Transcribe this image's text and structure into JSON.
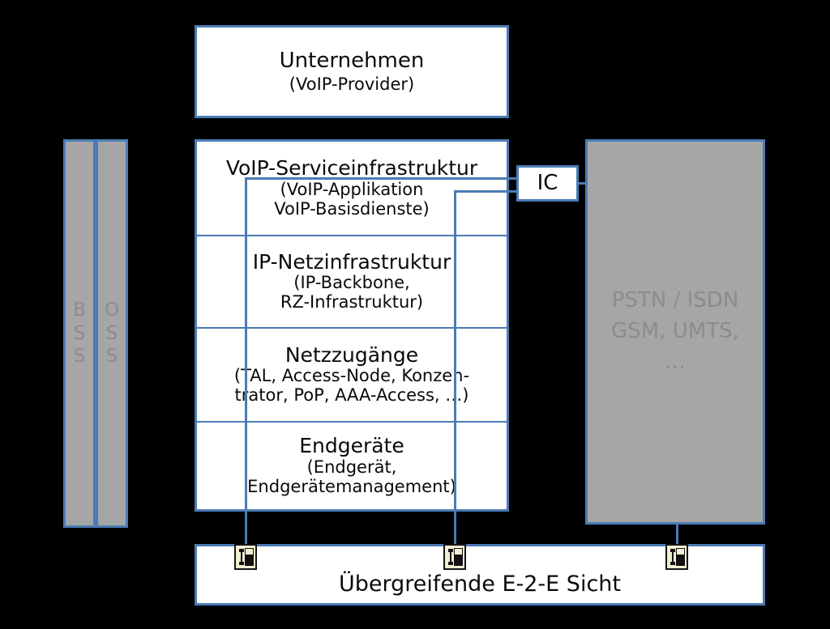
{
  "diagram": {
    "title_box": {
      "name": "Unternehmen",
      "line1": "Unternehmen",
      "line2": "(VoIP-Provider)"
    },
    "layers": [
      {
        "id": "voip-serviceinfrastruktur",
        "heading": "VoIP-Serviceinfrastruktur",
        "detail": "(VoIP-Applikation\nVoIP-Basisdienste)"
      },
      {
        "id": "ip-netzinfrastruktur",
        "heading": "IP-Netzinfrastruktur",
        "detail": "(IP-Backbone,\nRZ-Infrastruktur)"
      },
      {
        "id": "netzzugaenge",
        "heading": "Netzzugänge",
        "detail": "(TAL, Access-Node, Konzen-\ntrator, PoP, AAA-Access, …)"
      },
      {
        "id": "endgeraete",
        "heading": "Endgeräte",
        "detail": "(Endgerät,\nEndgerätemanagement)"
      }
    ],
    "side_bars": [
      {
        "id": "bss",
        "label": "B\nS\nS"
      },
      {
        "id": "oss",
        "label": "O\nS\nS"
      }
    ],
    "external_network": {
      "id": "pstn-isdn",
      "label": "PSTN / ISDN\nGSM, UMTS,\n…"
    },
    "interconnect": {
      "id": "ic",
      "label": "IC"
    },
    "bottom_bar": {
      "id": "uebergreifende-sicht",
      "label": "Übergreifende E-2-E Sicht"
    },
    "probes": [
      {
        "id": "probe-left",
        "icon": "telephone-probe-icon"
      },
      {
        "id": "probe-middle",
        "icon": "telephone-probe-icon"
      },
      {
        "id": "probe-right",
        "icon": "telephone-probe-icon"
      }
    ],
    "colors": {
      "background": "#000000",
      "box_fill": "#FFFFFF",
      "box_border": "#4B7BB5",
      "gray_fill": "#A6A6A6",
      "gray_text": "#8C8C8C",
      "text": "#0A0A0A",
      "probe_fill": "#F2EFD2"
    }
  }
}
